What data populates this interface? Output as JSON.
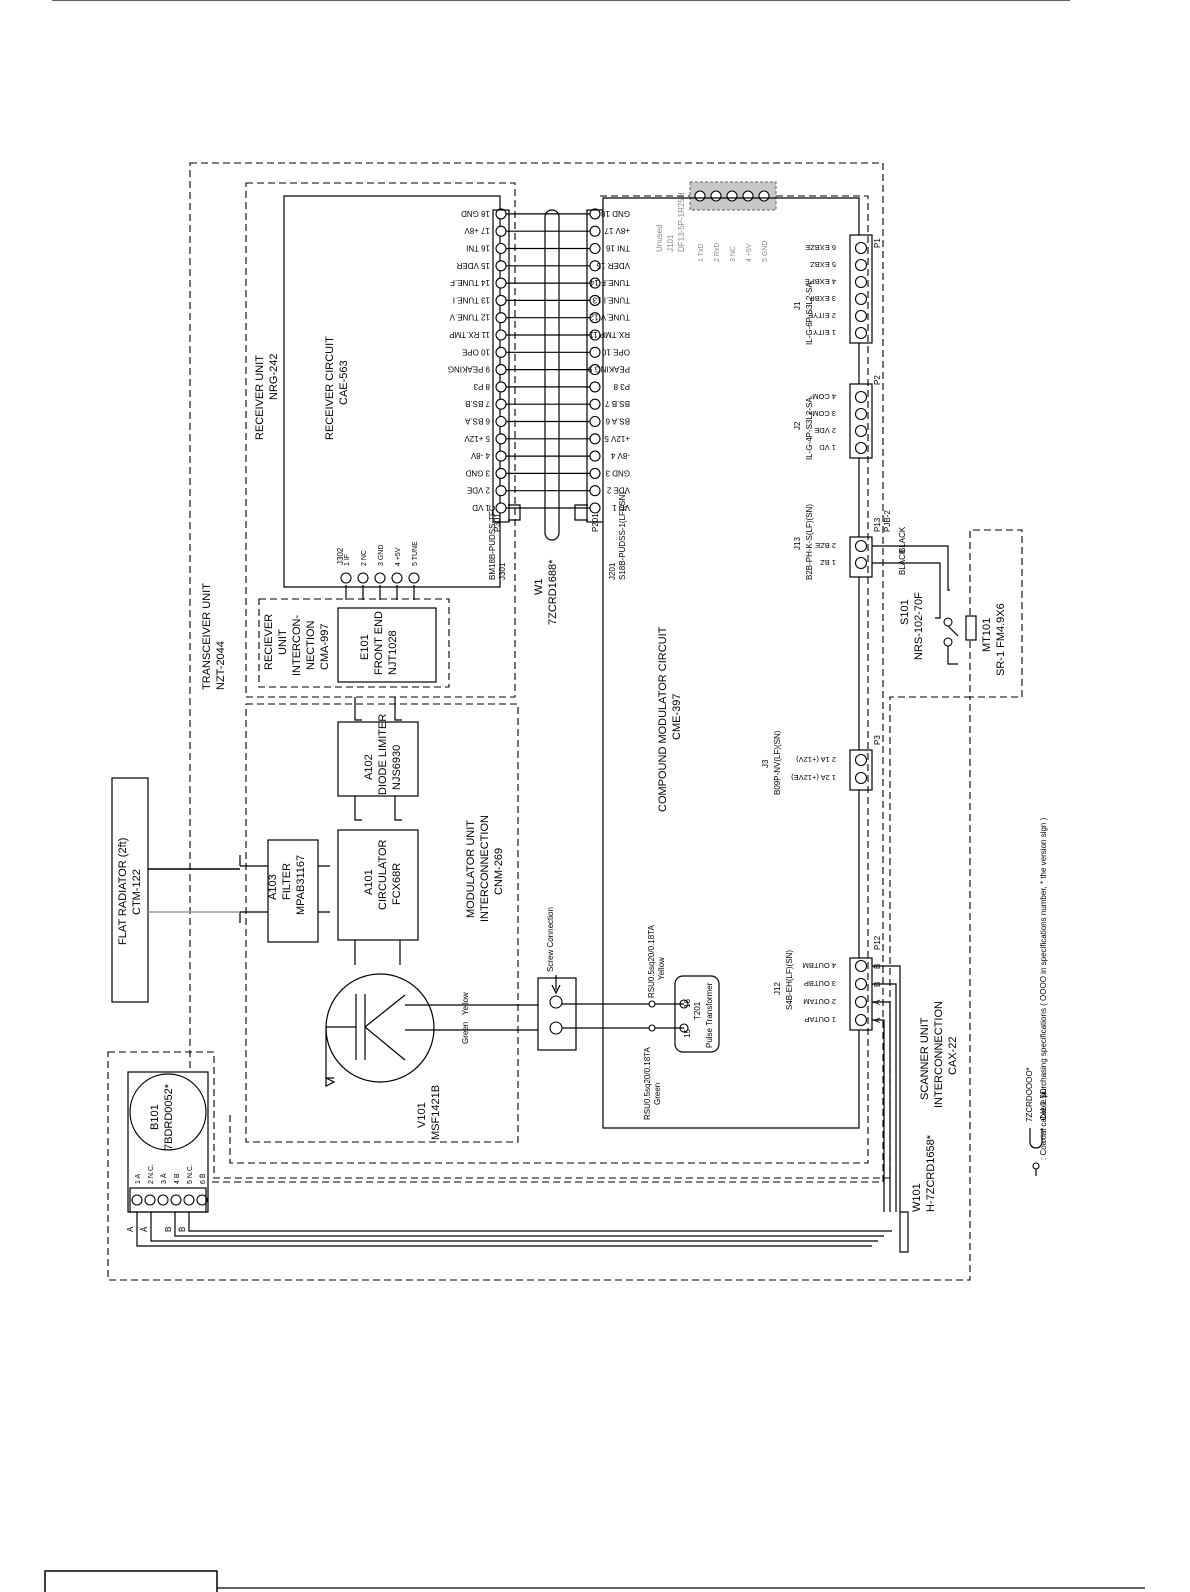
{
  "units": {
    "transceiver": {
      "name": "TRANSCEIVER UNIT",
      "code": "NZT-2044"
    },
    "receiver_unit": {
      "name": "RECEIVER UNIT",
      "code": "NRG-242"
    },
    "receiver_circuit": {
      "name": "RECEIVER CIRCUIT",
      "code": "CAE-563"
    },
    "receiver_interconnection": {
      "lines": [
        "RECIEVER",
        "UNIT",
        "INTERCON-",
        "NECTION",
        "CMA-997"
      ]
    },
    "front_end": {
      "ref": "E101",
      "name": "FRONT END",
      "code": "NJT1028"
    },
    "diode_limiter": {
      "ref": "A102",
      "name": "DIODE LIMITER",
      "code": "NJS6930"
    },
    "modulator": {
      "lines": [
        "MODULATOR UNIT",
        "INTERCONNECTION",
        "CNM-269"
      ]
    },
    "circulator": {
      "ref": "A101",
      "name": "CIRCULATOR",
      "code": "FCX68R"
    },
    "filter": {
      "ref": "A103",
      "name": "FILTER",
      "code": "MPAB31167"
    },
    "radiator": {
      "name": "FLAT RADIATOR (2ft)",
      "code": "CTM-122"
    },
    "magnetron": {
      "ref": "V101",
      "code": "MSF1421B"
    },
    "blower": {
      "ref": "B101",
      "code": "7BDRD0052*"
    },
    "compound_modulator": {
      "name": "COMPOUND MODULATOR CIRCUIT",
      "code": "CME-397"
    },
    "scanner": {
      "lines": [
        "SCANNER UNIT",
        "INTERCONNECTION",
        "CAX-22"
      ]
    },
    "switch": {
      "ref": "S101",
      "code": "NRS-102-70F"
    },
    "motor": {
      "ref": "MT101",
      "code": "SR-1 FM4.9X6"
    },
    "pulse_transformer": {
      "ref": "T201",
      "name": "Pulse Transformer",
      "pin_a": "16",
      "pin_b": "15"
    },
    "cable_w1": {
      "ref": "W1",
      "code": "7ZCRD1688*"
    },
    "cable_w101": {
      "ref": "W101",
      "code": "H-7ZCRD1658*"
    },
    "board_p": "PJB-2"
  },
  "connectors": {
    "j301": {
      "label": "J301",
      "part": "BM18B-PUDSS-TFC",
      "plug": "P301",
      "pins": [
        "1 VD",
        "2 VDE",
        "3 GND",
        "4 -8V",
        "5 +12V",
        "6 BS.A",
        "7 BS.B",
        "8 P3",
        "9 PEAKING",
        "10 OPE",
        "11 RX.TMP",
        "12 TUNE.V",
        "13 TUNE.I",
        "14 TUNE.F",
        "15 VDER",
        "16 TNI",
        "17 +8V",
        "18 GND"
      ]
    },
    "j201": {
      "label": "J201",
      "part": "S18B-PUDSS-1(LF)(SN)",
      "plug": "P201",
      "pins": [
        "VD 1",
        "VDE 2",
        "GND 3",
        "-8V 4",
        "+12V 5",
        "BS.A 6",
        "BS.B 7",
        "P3 8",
        "PEAKING 9",
        "OPE 10",
        "RX.TMP 11",
        "TUNE.V 12",
        "TUNE.I 13",
        "TUNE.F 14",
        "VDER 15",
        "TNI 16",
        "+8V 17",
        "GND 18"
      ]
    },
    "j302": {
      "label": "J302",
      "pins": [
        "1 IF",
        "2 NC",
        "3 GND",
        "4 +5V",
        "5 TUNE"
      ]
    },
    "j1": {
      "label": "J1",
      "part": "IL-G-6P-S3L2-SA",
      "plug": "P1",
      "pins": [
        "1 EITY",
        "2 EITYE",
        "3 EXBP",
        "4 EXBPE",
        "5 EXBZ",
        "6 EXBZE"
      ]
    },
    "j2": {
      "label": "J2",
      "part": "IL-G-4P-S3L2-SA",
      "plug": "P2",
      "pins": [
        "1 VD",
        "2 VDE",
        "3 COM+",
        "4 COM-"
      ]
    },
    "j13": {
      "label": "J13",
      "part": "B2B-PH-K-S(LF)(SN)",
      "plug": "P13",
      "pins": [
        "1 BZ",
        "2 BZE"
      ],
      "wires": [
        "BLACK",
        "BLACK"
      ]
    },
    "j3": {
      "label": "J3",
      "part": "B09P-NV(LF)(SN)",
      "plug": "P3",
      "pins": [
        "1 2A (+12VE)",
        "2 1A (+12V)"
      ]
    },
    "j12": {
      "label": "J12",
      "part": "S4B-EH(LF)(SN)",
      "plug": "P12",
      "pins": [
        "1 OUTAP",
        "2 OUTAM",
        "3 OUTBP",
        "4 OUTBM"
      ],
      "wires": [
        "A",
        "Ā",
        "B",
        "B̄"
      ]
    },
    "j101": {
      "label": "J101",
      "part": "DF13-5P-1R25H",
      "status": "Unused",
      "pins": [
        "1 TxD",
        "2 RxD",
        "3 NC",
        "4 +5V",
        "5 GND"
      ]
    },
    "b101_terminal": {
      "pins": [
        "1 A",
        "2 N.C.",
        "3 Ā",
        "4 B",
        "5 N.C.",
        "6 B̄"
      ],
      "wires": [
        "A",
        "Ā",
        "B",
        "B̄"
      ]
    }
  },
  "screw": {
    "label": "Screw Connection"
  },
  "wires": {
    "rsu_yellow": "RSU0.5sq20/0.18TA",
    "rsu_green": "RSU0.5sq20/0.18TA",
    "yellow": "Yellow",
    "green": "Green"
  },
  "legend": {
    "cable_code": "7ZCRDOOOO*",
    "cable_text": ": Cable purchasing specifications ( OOOO in specifications number, * the version sign )",
    "coax_text": ": Coaxial cable 1.5D"
  }
}
